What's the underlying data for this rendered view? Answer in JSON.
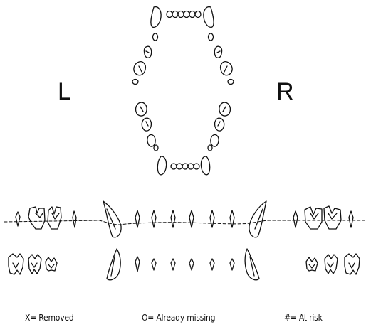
{
  "sides": {
    "left": "L",
    "right": "R"
  },
  "legend": {
    "removed": "X= Removed",
    "missing": "O= Already missing",
    "risk": "#= At risk"
  },
  "colors": {
    "ink": "#111111",
    "background": "#ffffff"
  }
}
